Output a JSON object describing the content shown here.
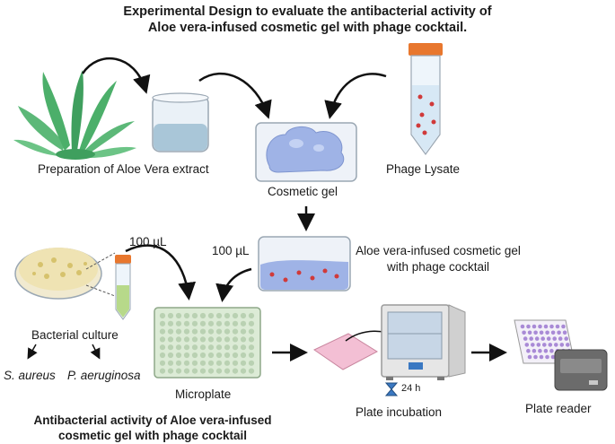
{
  "title": {
    "line1": "Experimental Design to evaluate the antibacterial activity of",
    "line2": "Aloe vera-infused cosmetic gel with phage cocktail."
  },
  "labels": {
    "aloe_extract": "Preparation of Aloe Vera extract",
    "phage_lysate": "Phage Lysate",
    "cosmetic_gel": "Cosmetic gel",
    "infused_gel_line1": "Aloe vera-infused cosmetic gel",
    "infused_gel_line2": "with phage cocktail",
    "volume_left": "100 µL",
    "volume_right": "100 µL",
    "bacterial_culture": "Bacterial culture",
    "s_aureus": "S. aureus",
    "p_aeruginosa": "P. aeruginosa",
    "microplate": "Microplate",
    "incubation_time": "24 h",
    "plate_incubation": "Plate incubation",
    "plate_reader": "Plate reader"
  },
  "footer": {
    "line1": "Antibacterial activity of Aloe vera-infused",
    "line2": "cosmetic gel with phage cocktail"
  },
  "colors": {
    "aloe_green": "#4caf6a",
    "gel_blue": "#9fb3e6",
    "phage_red": "#d03a3a",
    "tube_cap_orange": "#e8772e",
    "microplate_green": "#cfe3c9",
    "incubator_gray": "#dcdcdc",
    "reader_purple": "#a98ad6"
  }
}
